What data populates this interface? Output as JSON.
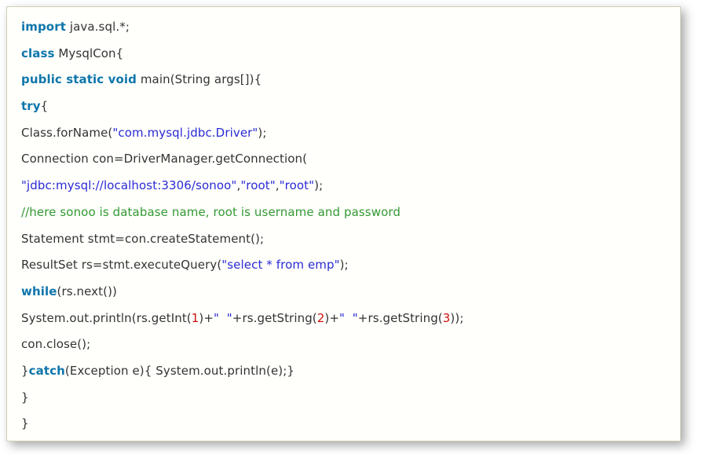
{
  "page": {
    "background": "#ffffff"
  },
  "code_box": {
    "background": "#fffffb",
    "border_color": "#d4d0ba",
    "colors": {
      "keyword": "#0e76ab",
      "plain": "#333333",
      "string": "#2a2ad6",
      "comment": "#339933",
      "number": "#cc1111"
    },
    "language": "java",
    "lines": [
      {
        "segments": [
          {
            "t": "import",
            "s": "kw"
          },
          {
            "t": " java.sql.*;",
            "s": "pl"
          }
        ]
      },
      {
        "segments": [
          {
            "t": "class",
            "s": "kw"
          },
          {
            "t": " MysqlCon{",
            "s": "pl"
          }
        ]
      },
      {
        "segments": [
          {
            "t": "public static void",
            "s": "kw"
          },
          {
            "t": " main(String args[]){",
            "s": "pl"
          }
        ]
      },
      {
        "segments": [
          {
            "t": "try",
            "s": "kw"
          },
          {
            "t": "{",
            "s": "pl"
          }
        ]
      },
      {
        "segments": [
          {
            "t": "Class.forName(",
            "s": "pl"
          },
          {
            "t": "\"com.mysql.jdbc.Driver\"",
            "s": "str"
          },
          {
            "t": ");",
            "s": "pl"
          }
        ]
      },
      {
        "segments": [
          {
            "t": "Connection con=DriverManager.getConnection(",
            "s": "pl"
          }
        ]
      },
      {
        "segments": [
          {
            "t": "\"jdbc:mysql://localhost:3306/sonoo\"",
            "s": "str"
          },
          {
            "t": ",",
            "s": "pl"
          },
          {
            "t": "\"root\"",
            "s": "str"
          },
          {
            "t": ",",
            "s": "pl"
          },
          {
            "t": "\"root\"",
            "s": "str"
          },
          {
            "t": ");",
            "s": "pl"
          }
        ]
      },
      {
        "segments": [
          {
            "t": "//here sonoo is database name, root is username and password",
            "s": "cmt"
          }
        ]
      },
      {
        "segments": [
          {
            "t": "Statement stmt=con.createStatement();",
            "s": "pl"
          }
        ]
      },
      {
        "segments": [
          {
            "t": "ResultSet rs=stmt.executeQuery(",
            "s": "pl"
          },
          {
            "t": "\"select * from emp\"",
            "s": "str"
          },
          {
            "t": ");",
            "s": "pl"
          }
        ]
      },
      {
        "segments": [
          {
            "t": "while",
            "s": "kw"
          },
          {
            "t": "(rs.next())",
            "s": "pl"
          }
        ]
      },
      {
        "segments": [
          {
            "t": "System.out.println(rs.getInt(",
            "s": "pl"
          },
          {
            "t": "1",
            "s": "num"
          },
          {
            "t": ")+",
            "s": "pl"
          },
          {
            "t": "\"  \"",
            "s": "str"
          },
          {
            "t": "+rs.getString(",
            "s": "pl"
          },
          {
            "t": "2",
            "s": "num"
          },
          {
            "t": ")+",
            "s": "pl"
          },
          {
            "t": "\"  \"",
            "s": "str"
          },
          {
            "t": "+rs.getString(",
            "s": "pl"
          },
          {
            "t": "3",
            "s": "num"
          },
          {
            "t": "));",
            "s": "pl"
          }
        ]
      },
      {
        "segments": [
          {
            "t": "con.close();",
            "s": "pl"
          }
        ]
      },
      {
        "segments": [
          {
            "t": "}",
            "s": "pl"
          },
          {
            "t": "catch",
            "s": "kw"
          },
          {
            "t": "(Exception e){ System.out.println(e);}",
            "s": "pl"
          }
        ]
      },
      {
        "segments": [
          {
            "t": "}",
            "s": "pl"
          }
        ]
      },
      {
        "segments": [
          {
            "t": "}",
            "s": "pl"
          }
        ]
      }
    ]
  }
}
